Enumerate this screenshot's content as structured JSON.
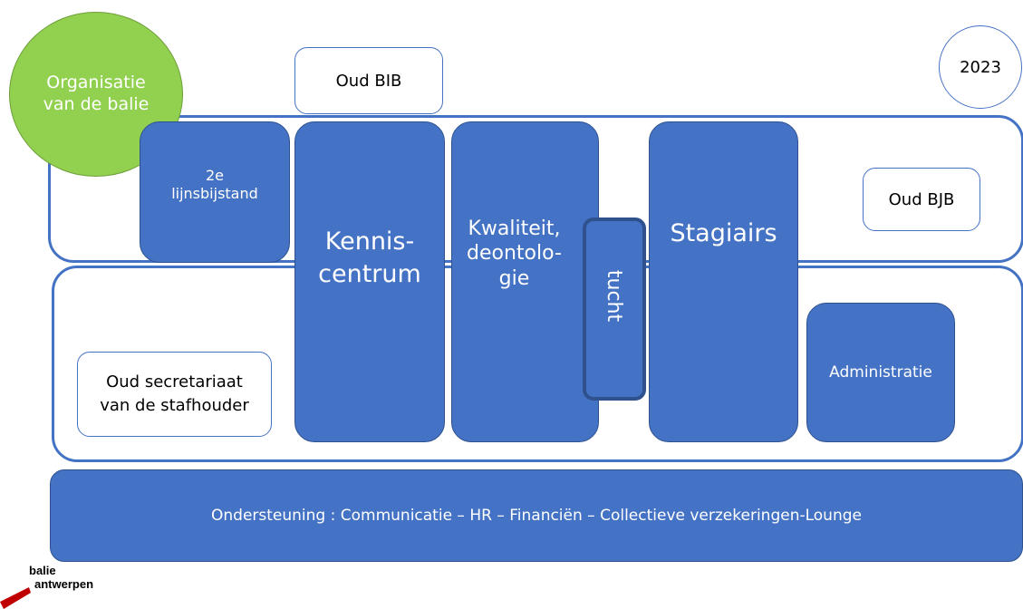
{
  "corner_label": "Organisatie\nvan de balie",
  "year": "2023",
  "boxes": {
    "oud_bib": "Oud BIB",
    "oud_bjb": "Oud BJB",
    "tweede_lijn": "2e\nlijnsbijstand",
    "kenniscentrum": "Kennis-\ncentrum",
    "kwaliteit": "Kwaliteit,\ndeontolo-\ngie",
    "tucht": "tucht",
    "stagiairs": "Stagiairs",
    "administratie": "Administratie",
    "oud_secretariaat": "Oud secretariaat\nvan de stafhouder"
  },
  "support_bar": "Ondersteuning : Communicatie – HR – Financiën – Collectieve verzekeringen-Lounge",
  "logo": {
    "line1": "balie",
    "line2": "antwerpen"
  },
  "colors": {
    "primary": "#4472C4",
    "dark_border": "#2F528F",
    "green": "#92D050",
    "logo_red": "#C00000"
  }
}
